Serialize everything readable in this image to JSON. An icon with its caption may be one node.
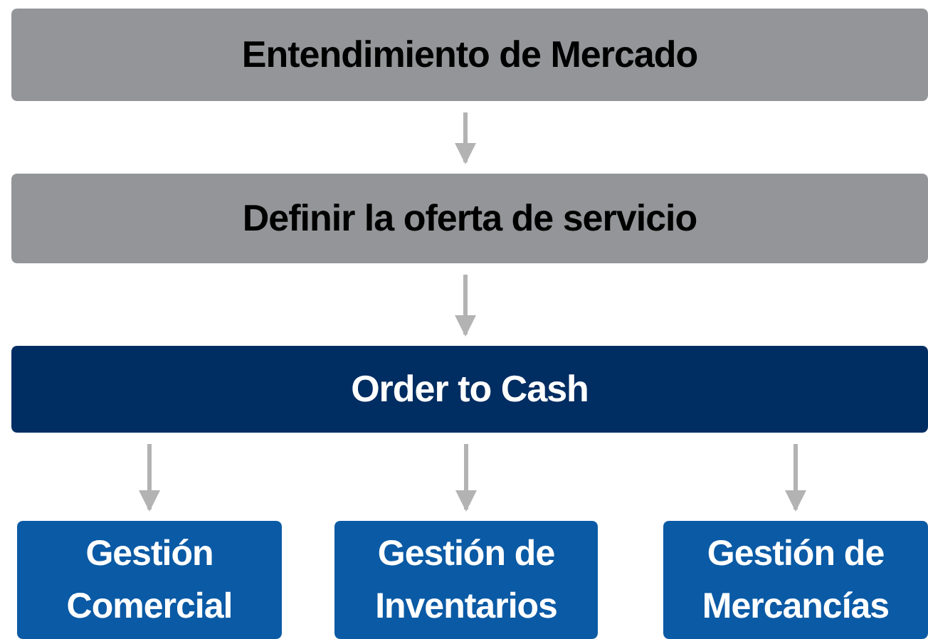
{
  "diagram": {
    "nodes": [
      {
        "text": [
          "Entendimiento de Mercado"
        ]
      },
      {
        "text": [
          "Definir la oferta de servicio"
        ]
      },
      {
        "text": [
          "Order to Cash"
        ]
      },
      {
        "text": [
          "Gestión Comercial"
        ]
      },
      {
        "text": [
          "Gestión de Inventarios"
        ]
      },
      {
        "text": [
          "Gestión de Mercancías"
        ]
      }
    ],
    "edges": [
      {
        "from": 0,
        "to": 1,
        "arrow": "to"
      },
      {
        "from": 1,
        "to": 2,
        "arrow": "to"
      },
      {
        "from": 2,
        "to": 3,
        "arrow": "to"
      },
      {
        "from": 2,
        "to": 4,
        "arrow": "to"
      },
      {
        "from": 2,
        "to": 5,
        "arrow": "to"
      }
    ]
  }
}
